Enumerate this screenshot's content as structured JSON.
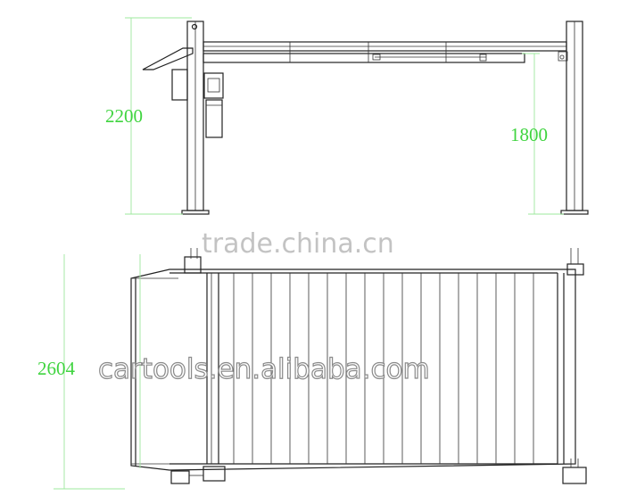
{
  "dimensions": {
    "front_height": "2200",
    "rail_height": "1800",
    "width": "2604"
  },
  "watermarks": {
    "top": "trade.china.cn",
    "bottom": "cartools.en.alibaba.com"
  },
  "colors": {
    "line": "#222222",
    "dimension": "#3fd43f",
    "watermark": "#b9b9b9"
  }
}
